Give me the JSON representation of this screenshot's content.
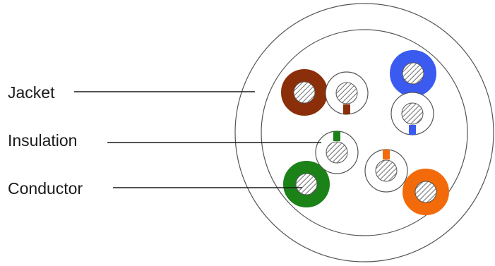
{
  "labels": {
    "jacket": "Jacket",
    "insulation": "Insulation",
    "conductor": "Conductor"
  },
  "colors": {
    "brown": "#8b2f0a",
    "blue": "#3b5bf0",
    "green": "#1a8217",
    "orange": "#f26a0a",
    "outline": "#555555",
    "hatch": "#6e6e6e",
    "text": "#1a1a1a"
  },
  "wire_pairs": [
    {
      "color_name": "brown",
      "striped_tab": "bottom"
    },
    {
      "color_name": "blue",
      "striped_tab": "bottom"
    },
    {
      "color_name": "green",
      "striped_tab": "top"
    },
    {
      "color_name": "orange",
      "striped_tab": "top"
    }
  ]
}
